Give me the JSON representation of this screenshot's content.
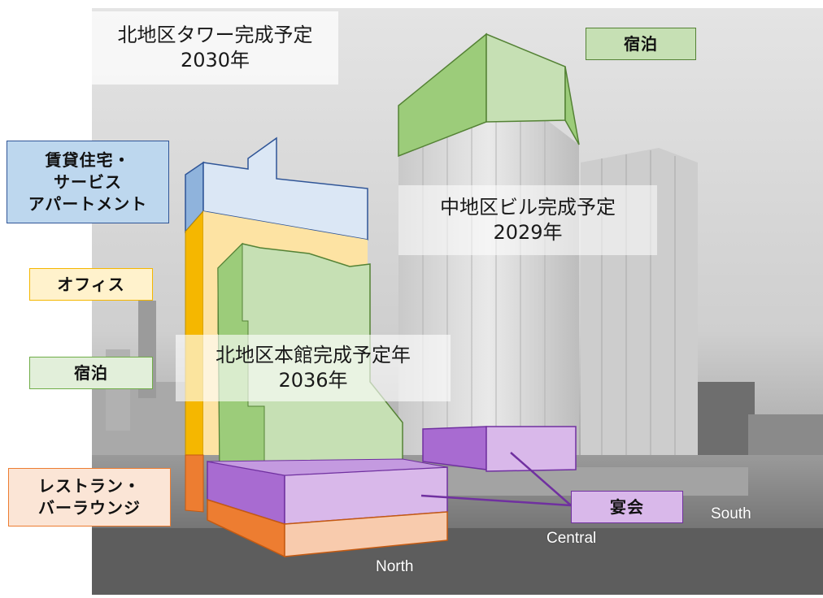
{
  "captions": {
    "north_tower": {
      "line1": "北地区タワー完成予定",
      "line2": "2030年"
    },
    "central_building": {
      "line1": "中地区ビル完成予定",
      "line2": "2029年"
    },
    "north_main": {
      "line1": "北地区本館完成予定年",
      "line2": "2036年"
    }
  },
  "legend": {
    "lodging_top": "宿泊",
    "rental_line1": "賃貸住宅・",
    "rental_line2": "サービス",
    "rental_line3": "アパートメント",
    "office": "オフィス",
    "lodging_left": "宿泊",
    "restaurant_line1": "レストラン・",
    "restaurant_line2": "バーラウンジ",
    "banquet": "宴会"
  },
  "districts": {
    "north": "North",
    "central": "Central",
    "south": "South"
  },
  "colors": {
    "lodging": "#c6e0b4",
    "lodging_dark": "#9ccc7a",
    "rental": "#dbe7f5",
    "rental_dark": "#8fb3dc",
    "office": "#fde3a3",
    "office_dark": "#f5b700",
    "restaurant": "#f8cbad",
    "restaurant_dark": "#ed7d31",
    "banquet": "#d9b8ea",
    "banquet_dark": "#a86bd1",
    "leader_line": "#7030a0"
  }
}
